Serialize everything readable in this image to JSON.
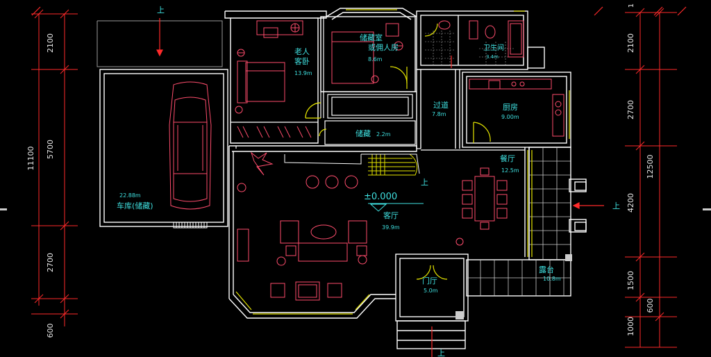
{
  "plan": {
    "level": "±0.000",
    "up_label": "上",
    "rooms": [
      {
        "id": "elder-bedroom",
        "name_lines": [
          "老人",
          "客卧"
        ],
        "area": "13.9m"
      },
      {
        "id": "storage-guest",
        "name_lines": [
          "储藏室",
          "或佣人房"
        ],
        "area": "8.6m"
      },
      {
        "id": "bathroom",
        "name_lines": [
          "卫生间"
        ],
        "area": "3.4m"
      },
      {
        "id": "corridor",
        "name_lines": [
          "过道"
        ],
        "area": "7.8m"
      },
      {
        "id": "kitchen",
        "name_lines": [
          "厨房"
        ],
        "area": "9.00m"
      },
      {
        "id": "storage",
        "name_lines": [
          "储藏"
        ],
        "area": "2.2m"
      },
      {
        "id": "garage",
        "name_lines": [
          "车库(储藏)"
        ],
        "area": "22.88m"
      },
      {
        "id": "dining",
        "name_lines": [
          "餐厅"
        ],
        "area": "12.5m"
      },
      {
        "id": "living",
        "name_lines": [
          "客厅"
        ],
        "area": "39.9m"
      },
      {
        "id": "foyer",
        "name_lines": [
          "门厅"
        ],
        "area": "5.0m"
      },
      {
        "id": "terrace",
        "name_lines": [
          "露台"
        ],
        "area": "10.8m"
      }
    ]
  },
  "dimensions": {
    "left_segments": [
      "2100",
      "5700",
      "2700",
      "600"
    ],
    "left_total": "11100",
    "right_segments": [
      "2100",
      "2700",
      "4200",
      "1500",
      "1000"
    ],
    "right_extra": "600",
    "right_total": "12500",
    "top_edge": [
      "1"
    ]
  },
  "colors": {
    "wall": "#ffffff",
    "furniture": "#ff4d6d",
    "room_text": "#3fe0e0",
    "dim_line": "#ff2a2a",
    "window": "#e6e600",
    "ticks": "#ff2a2a"
  }
}
